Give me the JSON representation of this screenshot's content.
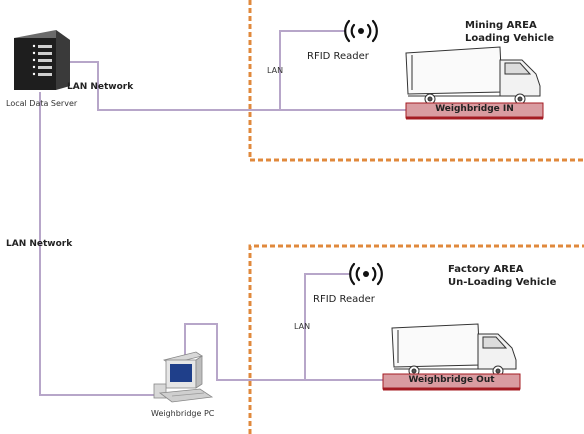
{
  "labels": {
    "local_data_server": "Local Data Server",
    "lan_network_top": "LAN Network",
    "lan_network_left": "LAN Network",
    "lan_top": "LAN",
    "lan_bottom": "LAN",
    "rfid_reader_top": "RFID Reader",
    "rfid_reader_bottom": "RFID Reader",
    "mining_area_line1": "Mining AREA",
    "mining_area_line2": "Loading Vehicle",
    "factory_area_line1": "Factory AREA",
    "factory_area_line2": "Un-Loading Vehicle",
    "weighbridge_in": "Weighbridge IN",
    "weighbridge_out": "Weighbridge Out",
    "weighbridge_pc": "Weighbridge PC"
  },
  "colors": {
    "network_line": "#b7a6c9",
    "zone_border": "#e0893c",
    "weighbridge_fill": "#d99ca1",
    "weighbridge_edge": "#a41b22"
  },
  "icons": {
    "server": "server-tower-icon",
    "pc": "desktop-computer-icon",
    "rfid": "wireless-signal-icon",
    "truck": "box-truck-icon"
  }
}
